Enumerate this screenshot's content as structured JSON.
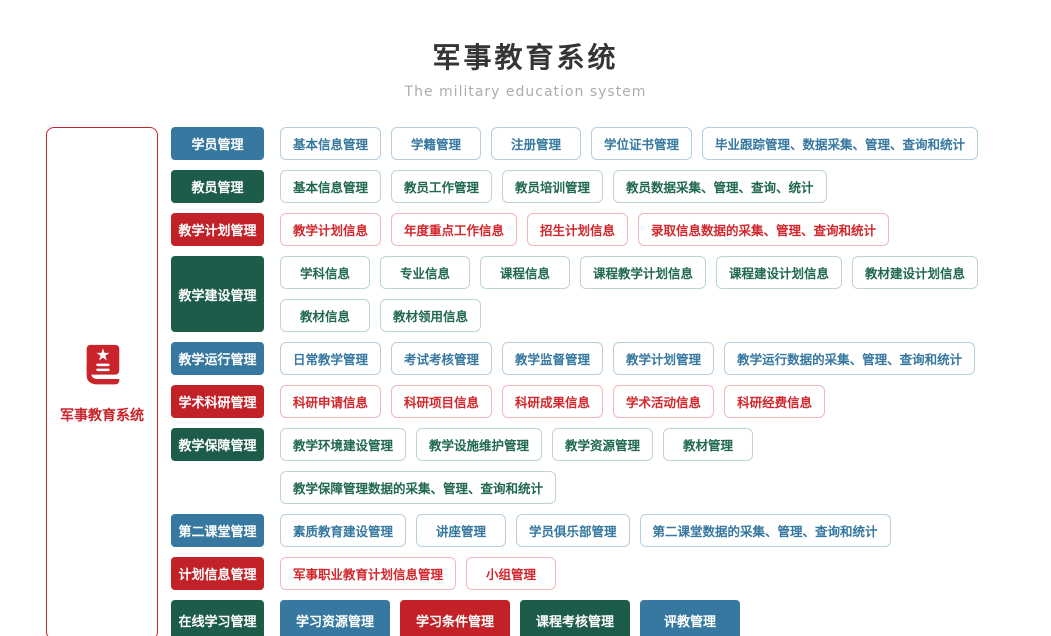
{
  "header": {
    "title": "军事教育系统",
    "subtitle": "The military education system"
  },
  "root": {
    "label": "军事教育系统",
    "icon": "book-star-icon"
  },
  "colors": {
    "title_color": "#353535",
    "subtitle_color": "#adadad",
    "root_red": "#c9242b",
    "blue_bg": "#36789f",
    "blue_border": "#b6cfdf",
    "green_bg": "#1d5c4a",
    "green_text": "#20684f",
    "green_border": "#bed7cc",
    "red_bg": "#c12127",
    "red_text": "#d2272c",
    "red_border": "#f2b6b8"
  },
  "rows": [
    {
      "category": "学员管理",
      "color": "blue",
      "items": [
        {
          "label": "基本信息管理"
        },
        {
          "label": "学籍管理"
        },
        {
          "label": "注册管理"
        },
        {
          "label": "学位证书管理"
        },
        {
          "label": "毕业跟踪管理、数据采集、管理、查询和统计"
        }
      ]
    },
    {
      "category": "教员管理",
      "color": "green",
      "items": [
        {
          "label": "基本信息管理"
        },
        {
          "label": "教员工作管理"
        },
        {
          "label": "教员培训管理"
        },
        {
          "label": "教员数据采集、管理、查询、统计"
        }
      ]
    },
    {
      "category": "教学计划管理",
      "color": "red",
      "items": [
        {
          "label": "教学计划信息"
        },
        {
          "label": "年度重点工作信息"
        },
        {
          "label": "招生计划信息"
        },
        {
          "label": "录取信息数据的采集、管理、查询和统计"
        }
      ]
    },
    {
      "category": "教学建设管理",
      "color": "green",
      "items": [
        {
          "label": "学科信息"
        },
        {
          "label": "专业信息"
        },
        {
          "label": "课程信息"
        },
        {
          "label": "课程教学计划信息"
        },
        {
          "label": "课程建设计划信息"
        },
        {
          "label": "教材建设计划信息"
        },
        {
          "label": "教材信息"
        },
        {
          "label": "教材领用信息"
        }
      ]
    },
    {
      "category": "教学运行管理",
      "color": "blue",
      "items": [
        {
          "label": "日常教学管理"
        },
        {
          "label": "考试考核管理"
        },
        {
          "label": "教学监督管理"
        },
        {
          "label": "教学计划管理"
        },
        {
          "label": "教学运行数据的采集、管理、查询和统计"
        }
      ]
    },
    {
      "category": "学术科研管理",
      "color": "red",
      "items": [
        {
          "label": "科研申请信息"
        },
        {
          "label": "科研项目信息"
        },
        {
          "label": "科研成果信息"
        },
        {
          "label": "学术活动信息"
        },
        {
          "label": "科研经费信息"
        }
      ]
    },
    {
      "category": "教学保障管理",
      "color": "green",
      "items": [
        {
          "label": "教学环境建设管理"
        },
        {
          "label": "教学设施维护管理"
        },
        {
          "label": "教学资源管理"
        },
        {
          "label": "教材管理"
        },
        {
          "label": "教学保障管理数据的采集、管理、查询和统计"
        }
      ]
    },
    {
      "category": "第二课堂管理",
      "color": "blue",
      "items": [
        {
          "label": "素质教育建设管理"
        },
        {
          "label": "讲座管理"
        },
        {
          "label": "学员俱乐部管理"
        },
        {
          "label": "第二课堂数据的采集、管理、查询和统计"
        }
      ]
    },
    {
      "category": "计划信息管理",
      "color": "red",
      "items": [
        {
          "label": "军事职业教育计划信息管理"
        },
        {
          "label": "小组管理"
        }
      ]
    },
    {
      "category": "在线学习管理",
      "color": "green",
      "items": [
        {
          "label": "学习资源管理",
          "color": "blue"
        },
        {
          "label": "学习条件管理",
          "color": "red"
        },
        {
          "label": "课程考核管理",
          "color": "green"
        },
        {
          "label": "评教管理",
          "color": "blue"
        }
      ]
    }
  ]
}
